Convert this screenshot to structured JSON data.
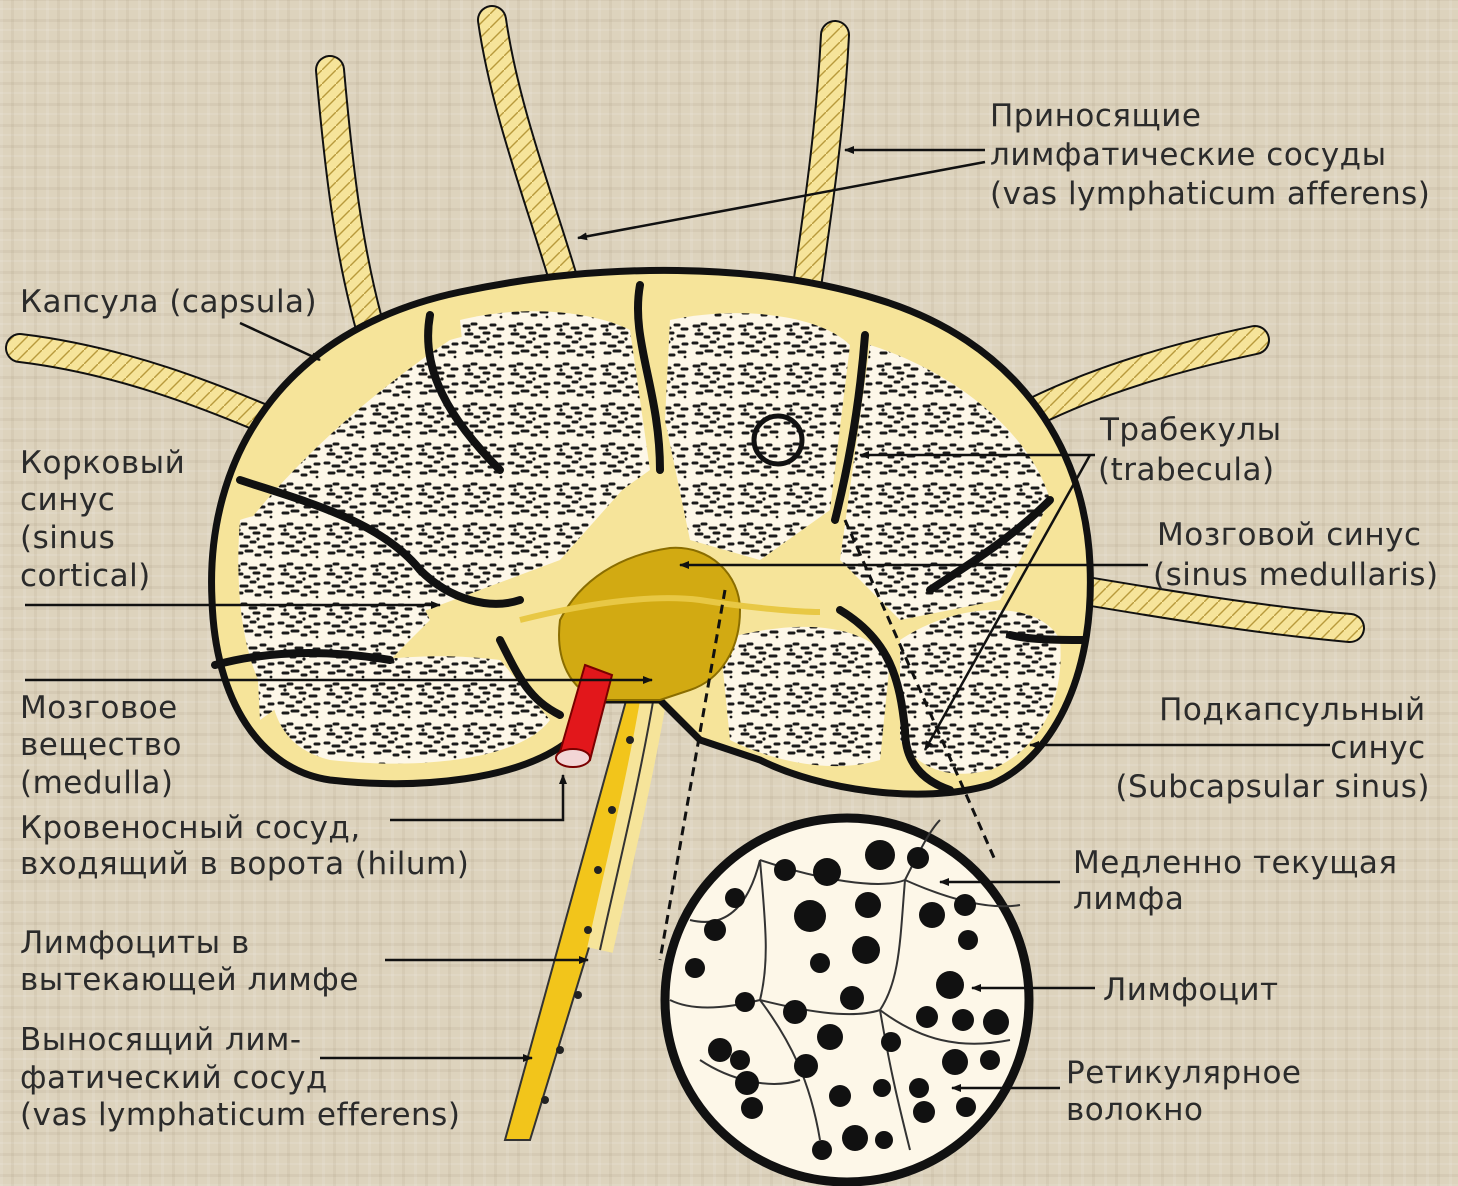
{
  "colors": {
    "background": "#ddd3bd",
    "lymph_yellow": "#f6e49a",
    "cortex_fill": "#fdf7e8",
    "hilum_gold": "#d2aa12",
    "efferent_vessel": "#f2c51b",
    "blood_vessel": "#e2171b",
    "outline": "#111111",
    "label_text": "#2b2b2b"
  },
  "labels": {
    "afferent": [
      "Приносящие",
      "лимфатические сосуды",
      "(vas lymphaticum afferens)"
    ],
    "capsule": [
      "Капсула (capsula)"
    ],
    "cortical_sinus": [
      "Корковый",
      "синус",
      "(sinus",
      "cortical)"
    ],
    "trabeculae": [
      "Трабекулы",
      "(trabecula)"
    ],
    "medullary_sinus": [
      "Мозговой синус",
      "(sinus medullaris)"
    ],
    "medulla": [
      "Мозговое",
      "вещество",
      "(medulla)"
    ],
    "subcapsular_sinus": [
      "Подкапсульный",
      "синус",
      "(Subcapsular sinus)"
    ],
    "blood_vessel": [
      "Кровеносный сосуд,",
      "входящий в ворота (hilum)"
    ],
    "slow_lymph": [
      "Медленно текущая",
      "лимфа"
    ],
    "efferent_lymphocytes": [
      "Лимфоциты в",
      "вытекающей лимфе"
    ],
    "lymphocyte": [
      "Лимфоцит"
    ],
    "efferent_vessel": [
      "Выносящий лим-",
      "фатический сосуд",
      "(vas lymphaticum efferens)"
    ],
    "reticular_fiber": [
      "Ретикулярное",
      "волокно"
    ]
  }
}
